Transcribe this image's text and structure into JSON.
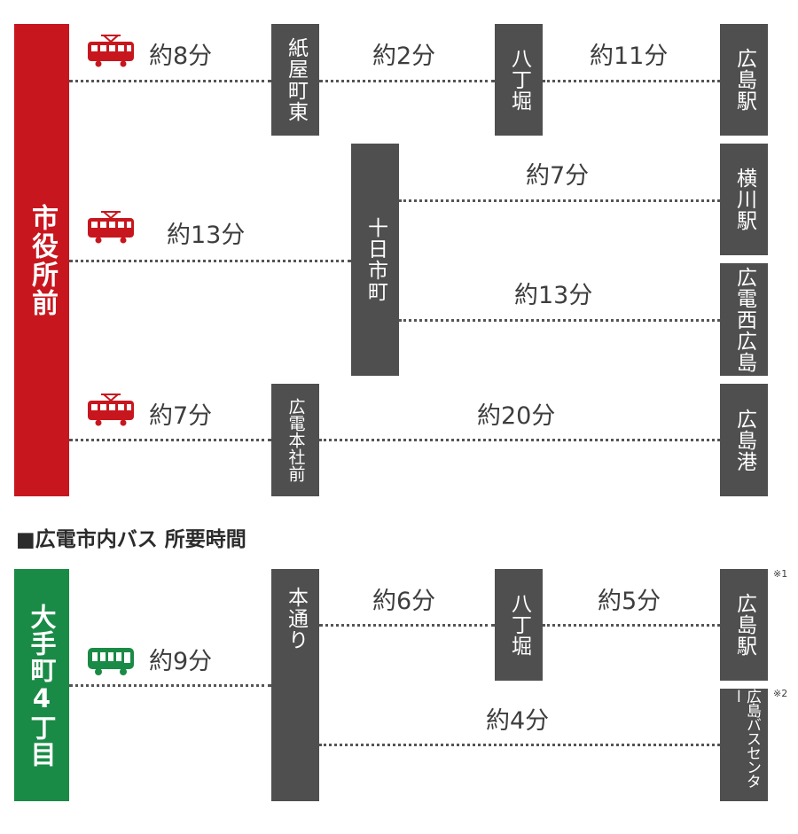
{
  "tram": {
    "origin": "市役所前",
    "stations": {
      "kamiyacho_higashi": "紙屋町東",
      "hatchobori": "八丁堀",
      "hiroshima_station": "広島駅",
      "tokaichimachi": "十日市町",
      "yokogawa_station": "横川駅",
      "hiroden_nishihiroshima": "広電西広島",
      "hiroden_honsha_mae": "広電本社前",
      "hiroshima_port": "広島港"
    },
    "times": {
      "to_kamiyacho": "約8分",
      "kamiyacho_to_hatchobori": "約2分",
      "hatchobori_to_hiroshima": "約11分",
      "to_tokaichimachi": "約13分",
      "tokaichimachi_to_yokogawa": "約7分",
      "tokaichimachi_to_nishihiroshima": "約13分",
      "to_honsha_mae": "約7分",
      "honsha_to_port": "約20分"
    }
  },
  "bus": {
    "heading": "■広電市内バス 所要時間",
    "origin": "大手町4丁目",
    "stations": {
      "hondori": "本通り",
      "hatchobori": "八丁堀",
      "hiroshima_station": "広島駅",
      "bus_center": "広島バスセンター"
    },
    "times": {
      "to_hondori": "約9分",
      "hondori_to_hatchobori": "約6分",
      "hatchobori_to_hiroshima": "約5分",
      "hondori_to_bus_center": "約4分"
    },
    "notes": {
      "note1": "※1",
      "note2": "※2"
    }
  },
  "colors": {
    "tram_red": "#c8161e",
    "bus_green": "#1a8b46",
    "station_gray": "#4f4f4f",
    "line_gray": "#555555"
  },
  "icons": {
    "tram": "tram-icon",
    "bus": "bus-icon"
  }
}
